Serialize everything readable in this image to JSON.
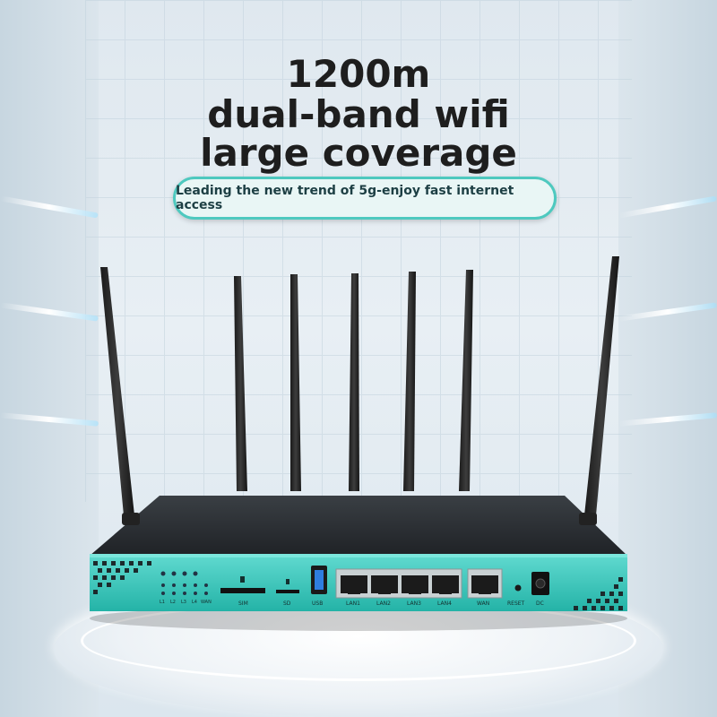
{
  "scene": "product photo of a multi-antenna wifi router",
  "headline": {
    "line1": "1200m",
    "line2": "dual-band wifi",
    "line3": "large coverage"
  },
  "tagline": "Leading the new trend of 5g-enjoy fast internet access",
  "router": {
    "indicator_labels": [
      "L1",
      "L2",
      "L3",
      "L4",
      "WAN"
    ],
    "port_labels": {
      "sim": "SIM",
      "sd": "SD",
      "usb": "USB",
      "lan1": "LAN1",
      "lan2": "LAN2",
      "lan3": "LAN3",
      "lan4": "LAN4",
      "wan": "WAN",
      "reset": "RESET",
      "dc": "DC"
    },
    "antenna_count": 7
  },
  "colors": {
    "accent": "#2ec4b6",
    "body": "#2b2f33",
    "pill_border": "#4ec9bf",
    "headline": "#1e1e1e"
  }
}
